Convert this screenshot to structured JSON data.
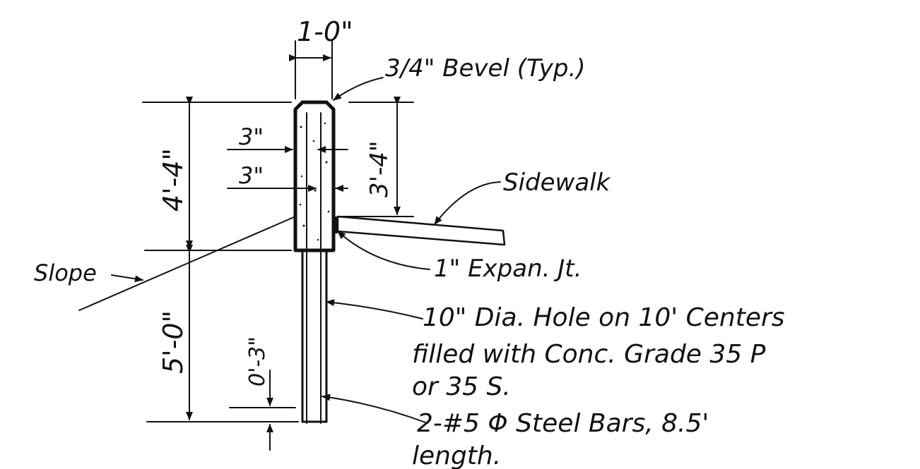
{
  "dimensions": {
    "top_width": "1-0\"",
    "cover_outer": "3\"",
    "cover_inner": "3\"",
    "wall_height": "4'-4\"",
    "exposed_height": "3'-4\"",
    "embed_depth": "5'-0\"",
    "bottom_cover": "0'-3\""
  },
  "notes": {
    "bevel": "3/4\" Bevel (Typ.)",
    "sidewalk": "Sidewalk",
    "slope": "Slope",
    "expansion_joint": "1\" Expan. Jt.",
    "hole_line1": "10\" Dia. Hole on 10' Centers",
    "hole_line2": "filled with Conc. Grade 35 P",
    "hole_line3": "or 35 S.",
    "bars_line1": "2-#5 Φ Steel Bars, 8.5'",
    "bars_line2": "length."
  }
}
